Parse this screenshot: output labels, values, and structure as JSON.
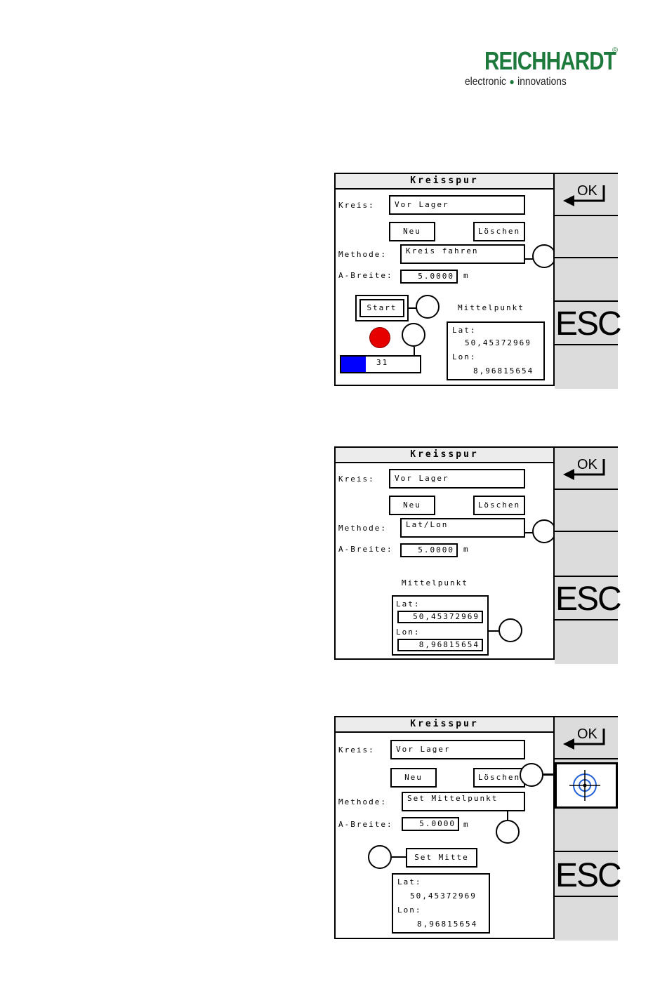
{
  "brand": {
    "name": "REICHHARDT",
    "registered": "®",
    "tagline_left": "electronic",
    "tagline_right": "innovations"
  },
  "screens": [
    {
      "title": "Kreisspur",
      "kreis_label": "Kreis:",
      "kreis_value": "Vor Lager",
      "new_button": "Neu",
      "delete_button": "Löschen",
      "methode_label": "Methode:",
      "methode_value": "Kreis fahren",
      "breite_label": "A-Breite:",
      "breite_value": "5.0000",
      "breite_unit": "m",
      "start_button": "Start",
      "mittelpunkt_label": "Mittelpunkt",
      "lat_label": "Lat:",
      "lat_value": "50,45372969",
      "lon_label": "Lon:",
      "lon_value": "8,96815654",
      "progress_value": "31",
      "progress_fraction": 0.31,
      "ok_label": "OK",
      "esc_label": "ESC"
    },
    {
      "title": "Kreisspur",
      "kreis_label": "Kreis:",
      "kreis_value": "Vor Lager",
      "new_button": "Neu",
      "delete_button": "Löschen",
      "methode_label": "Methode:",
      "methode_value": "Lat/Lon",
      "breite_label": "A-Breite:",
      "breite_value": "5.0000",
      "breite_unit": "m",
      "mittelpunkt_label": "Mittelpunkt",
      "lat_label": "Lat:",
      "lat_value": "50,45372969",
      "lon_label": "Lon:",
      "lon_value": "8,96815654",
      "ok_label": "OK",
      "esc_label": "ESC"
    },
    {
      "title": "Kreisspur",
      "kreis_label": "Kreis:",
      "kreis_value": "Vor Lager",
      "new_button": "Neu",
      "delete_button": "Löschen",
      "methode_label": "Methode:",
      "methode_value": "Set Mittelpunkt",
      "breite_label": "A-Breite:",
      "breite_value": "5.0000",
      "breite_unit": "m",
      "set_button": "Set Mitte",
      "lat_label": "Lat:",
      "lat_value": "50,45372969",
      "lon_label": "Lon:",
      "lon_value": "8,96815654",
      "ok_label": "OK",
      "esc_label": "ESC"
    }
  ],
  "colors": {
    "brand_green": "#1e7a3c",
    "progress_blue": "#0000ff",
    "record_red": "#e60000",
    "crosshair_blue": "#1f5fd6"
  }
}
